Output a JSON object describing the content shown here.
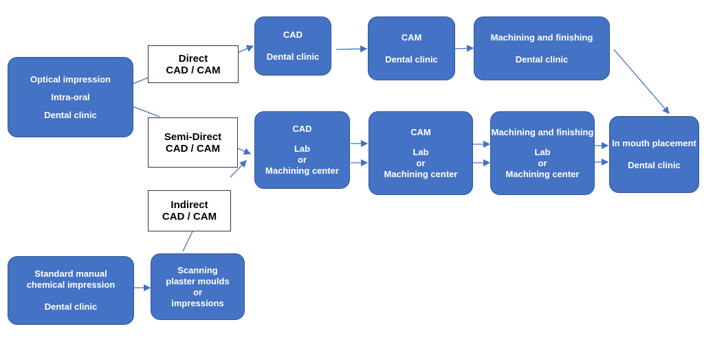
{
  "nodes": {
    "optical": [
      "Optical impression",
      "Intra-oral",
      "Dental clinic"
    ],
    "standard": [
      "Standard manual",
      "chemical impression",
      "Dental clinic"
    ],
    "scanning": [
      "Scanning",
      "plaster moulds",
      "or",
      "impressions"
    ],
    "cad_top": [
      "CAD",
      "Dental clinic"
    ],
    "cam_top": [
      "CAM",
      "Dental clinic"
    ],
    "mach_top": [
      "Machining and finishing",
      "Dental clinic"
    ],
    "cad_lab": [
      "CAD",
      "Lab",
      "or",
      "Machining center"
    ],
    "cam_lab": [
      "CAM",
      "Lab",
      "or",
      "Machining center"
    ],
    "mach_lab": [
      "Machining and finishing",
      "Lab",
      "or",
      "Machining center"
    ],
    "placement": [
      "In mouth placement",
      "Dental clinic"
    ]
  },
  "labels": {
    "direct": [
      "Direct",
      "CAD / CAM"
    ],
    "semi_direct": [
      "Semi-Direct",
      "CAD / CAM"
    ],
    "indirect": [
      "Indirect",
      "CAD / CAM"
    ]
  },
  "colors": {
    "box_fill": "#4472c4",
    "box_border": "#2f5597",
    "arrow": "#4472c4"
  }
}
